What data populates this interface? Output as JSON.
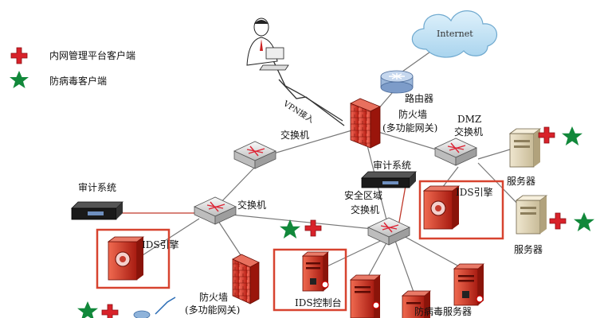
{
  "legend": [
    {
      "text": "内网管理平台客户端",
      "icon": "red-cross-icon",
      "color": "#d8222a"
    },
    {
      "text": "防病毒客户端",
      "icon": "green-star-icon",
      "color": "#11883a"
    }
  ],
  "labels": {
    "internet": "Internet",
    "router": "路由器",
    "vpn": "VPN接入",
    "firewall_top_line1": "防火墙",
    "firewall_top_line2": "(多功能网关)",
    "switch_top": "交换机",
    "dmz_line1": "DMZ",
    "dmz_line2": "交换机",
    "audit_right": "审计系统",
    "audit_left": "审计系统",
    "security_zone_line1": "安全区域",
    "security_zone_line2": "交换机",
    "switch_mid": "交换机",
    "ids_right": "IDS引擎",
    "ids_left": "IDS引擎",
    "server1": "服务器",
    "server2": "服务器",
    "firewall_bottom_line1": "防火墙",
    "firewall_bottom_line2": "(多功能网关)",
    "ids_console": "IDS控制台",
    "antivirus_server": "防病毒服务器"
  },
  "colors": {
    "highlight_box": "#d7432f",
    "link_red": "#c0392b",
    "link_gray": "#777777"
  }
}
